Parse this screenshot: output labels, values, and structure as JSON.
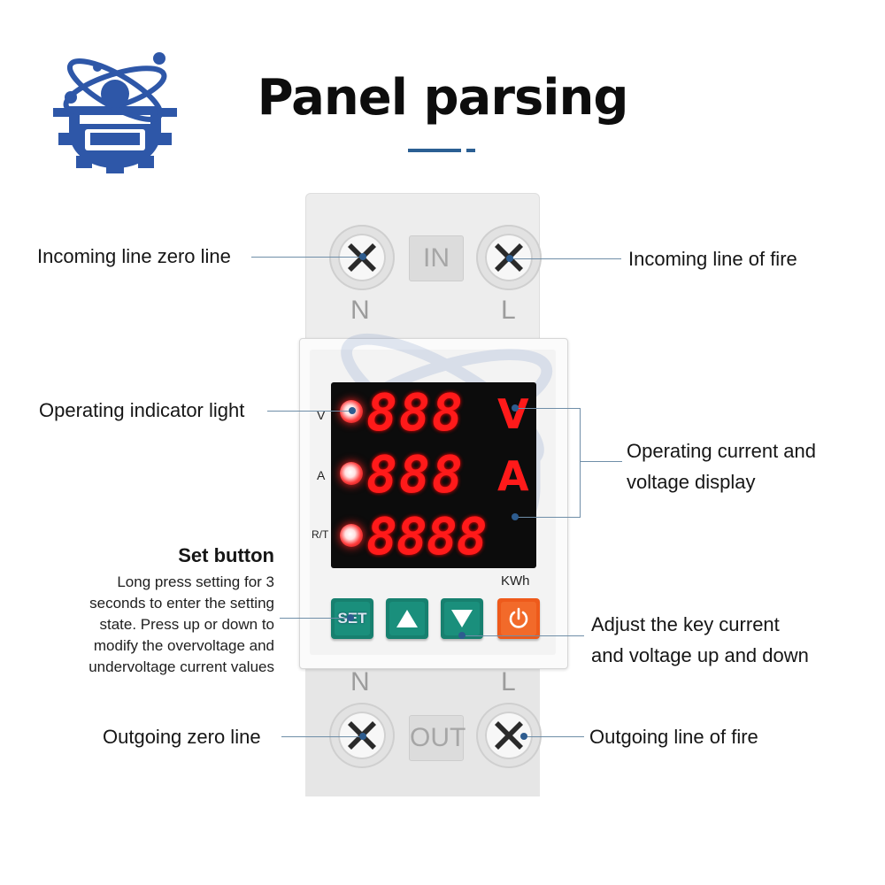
{
  "title": "Panel parsing",
  "device": {
    "in_plate": "IN",
    "out_plate": "OUT",
    "top_left_terminal": "N",
    "top_right_terminal": "L",
    "bottom_left_terminal": "N",
    "bottom_right_terminal": "L",
    "indicators": [
      "V",
      "A",
      "R/T"
    ],
    "display_rows": [
      {
        "digits": "888",
        "unit": "V"
      },
      {
        "digits": "888",
        "unit": "A"
      },
      {
        "digits": "8888",
        "unit": ""
      }
    ],
    "kwh_label": "KWh",
    "buttons": {
      "set": "SET"
    },
    "colors": {
      "button_teal": "#17806f",
      "button_orange": "#ee5a1b",
      "display_red": "#ff1a1a"
    }
  },
  "callouts": {
    "incoming_zero": "Incoming line zero line",
    "incoming_fire": "Incoming line of fire",
    "indicator_light": "Operating indicator light",
    "display_line1": "Operating current and",
    "display_line2": "voltage display",
    "set_heading": "Set button",
    "set_desc": [
      "Long press setting for 3",
      "seconds to enter the setting",
      "state. Press up or down to",
      "modify the overvoltage and",
      "undervoltage current values"
    ],
    "adjust_line1": "Adjust the key current",
    "adjust_line2": "and voltage up and down",
    "outgoing_zero": "Outgoing zero line",
    "outgoing_fire": "Outgoing line of fire"
  },
  "icons": {
    "logo": "atom-gear-logo",
    "up": "up-triangle-icon",
    "down": "down-triangle-icon",
    "power": "power-icon"
  }
}
